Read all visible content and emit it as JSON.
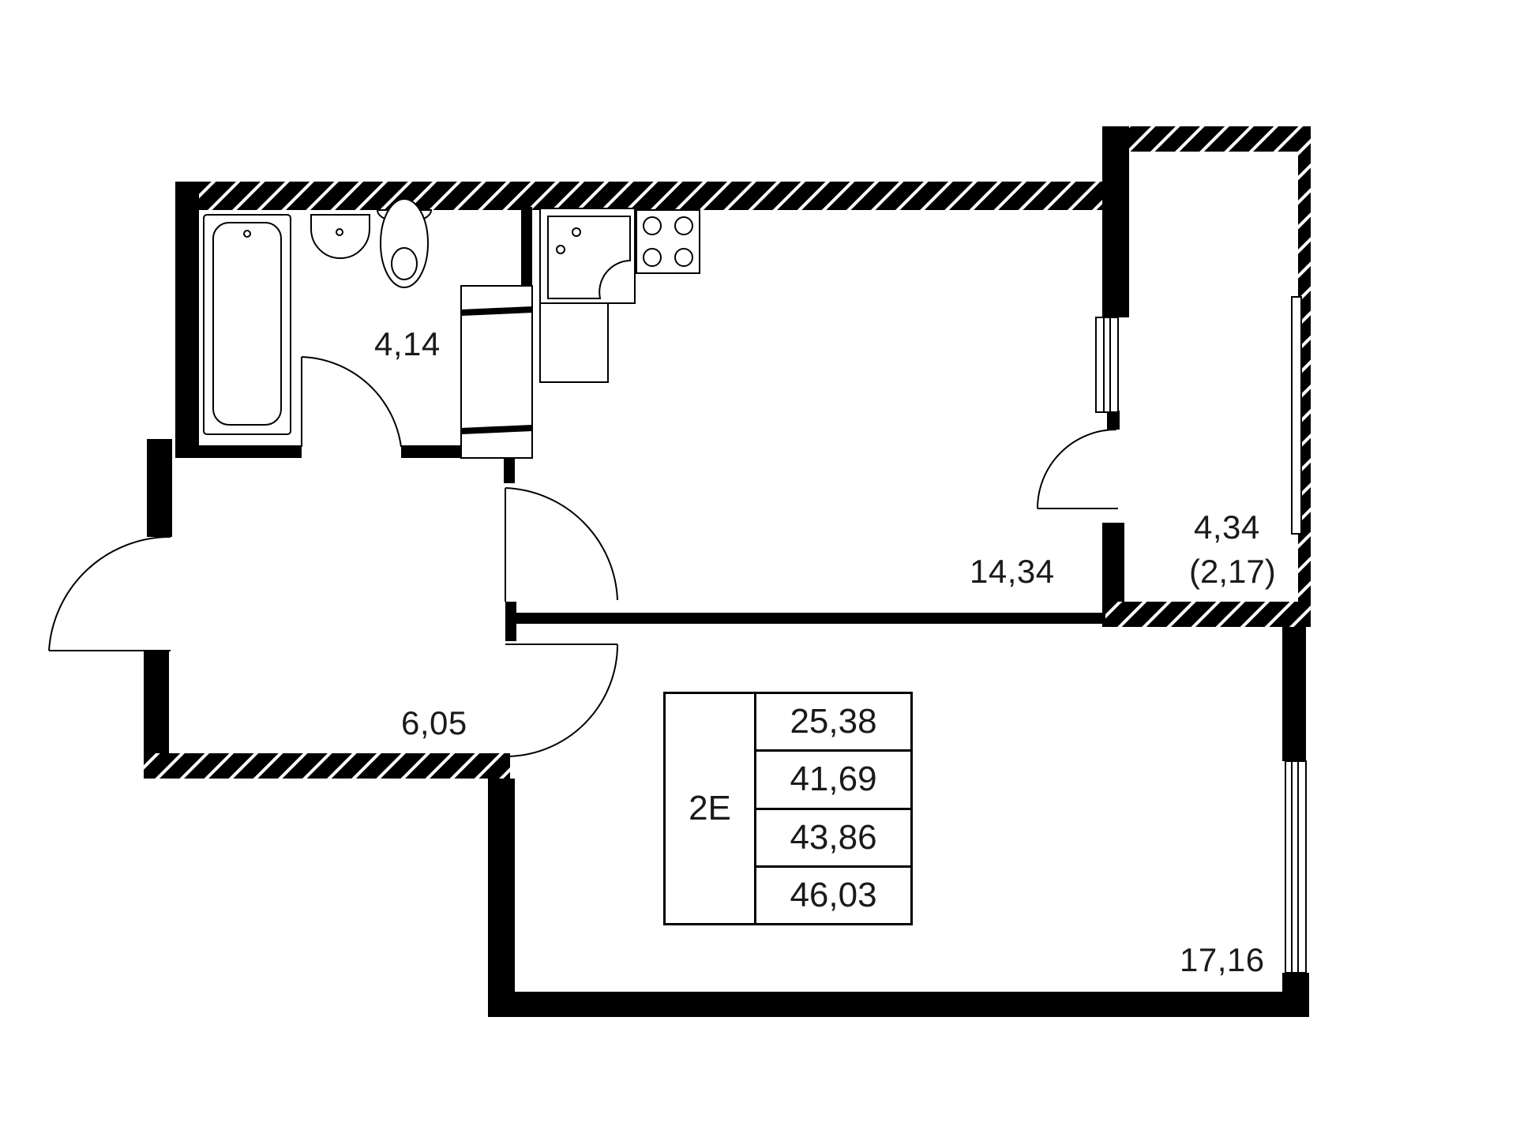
{
  "rooms": {
    "bathroom": {
      "area": "4,14"
    },
    "kitchen_living": {
      "area": "14,34"
    },
    "balcony": {
      "area": "4,34",
      "reduced_area": "(2,17)"
    },
    "hallway": {
      "area": "6,05"
    },
    "bedroom": {
      "area": "17,16"
    }
  },
  "summary": {
    "apartment_type": "2E",
    "areas": [
      "25,38",
      "41,69",
      "43,86",
      "46,03"
    ]
  },
  "colors": {
    "wall": "#000000",
    "background": "#ffffff"
  }
}
